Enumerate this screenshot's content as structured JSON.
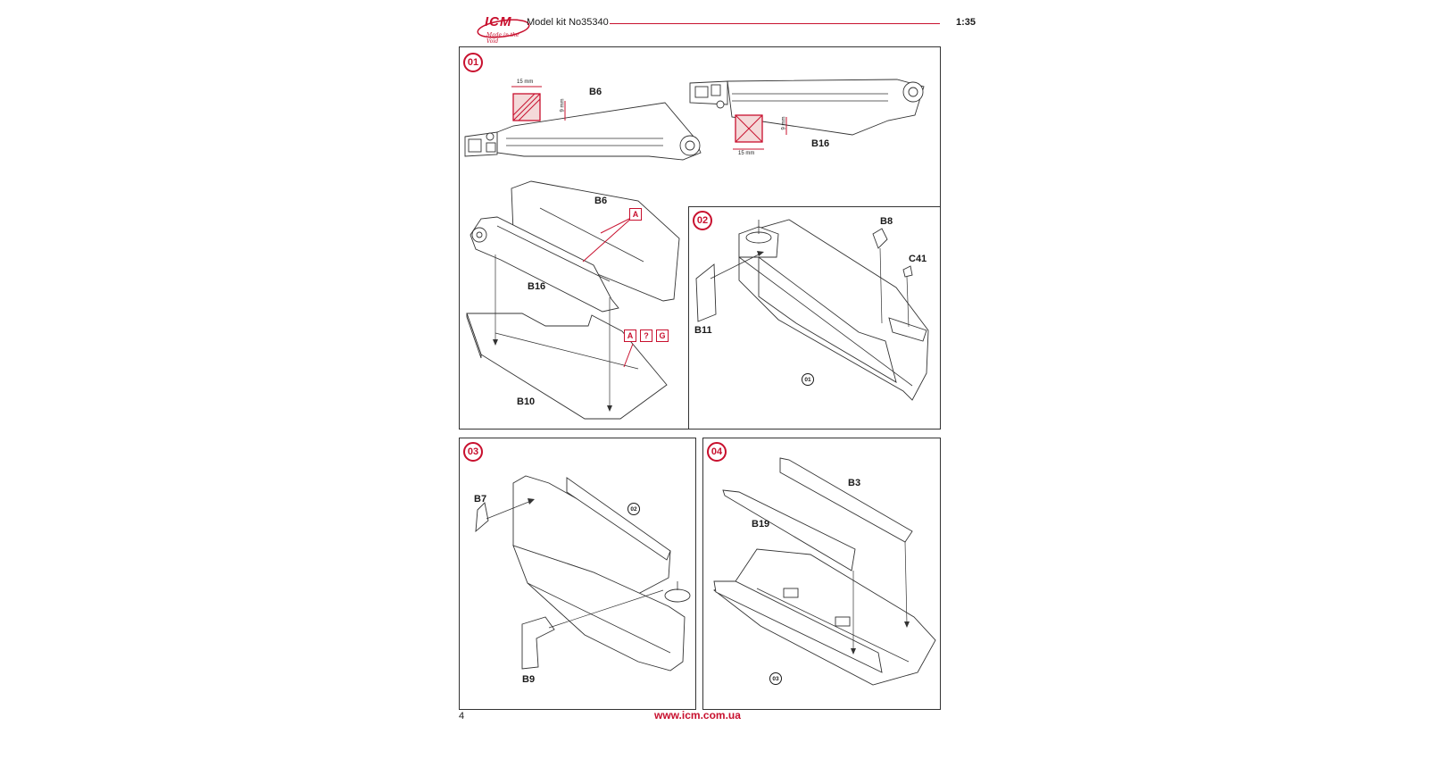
{
  "header": {
    "logo_text": "ICM",
    "logo_slogan": "Made in the Void",
    "model_title": "Model kit No35340",
    "scale": "1:35"
  },
  "steps": {
    "step1": {
      "badge": "01",
      "parts": {
        "b6_top": "B6",
        "b16_top": "B16",
        "b6": "B6",
        "b16": "B16",
        "b10": "B10"
      },
      "dims": {
        "w1": "15 mm",
        "h1": "9 mm",
        "w2": "15 mm",
        "h2": "9 mm"
      },
      "paint_codes": {
        "a1": "A",
        "a2": "A",
        "q": "?",
        "g": "G"
      }
    },
    "step2": {
      "badge": "02",
      "ref": "01",
      "parts": {
        "b8": "B8",
        "c41": "C41",
        "b11": "B11"
      }
    },
    "step3": {
      "badge": "03",
      "ref": "02",
      "parts": {
        "b7": "B7",
        "b9": "B9"
      }
    },
    "step4": {
      "badge": "04",
      "ref": "03",
      "parts": {
        "b3": "B3",
        "b19": "B19"
      }
    }
  },
  "footer": {
    "page_number": "4",
    "url": "www.icm.com.ua"
  },
  "colors": {
    "accent": "#c8102e",
    "line": "#333333"
  }
}
